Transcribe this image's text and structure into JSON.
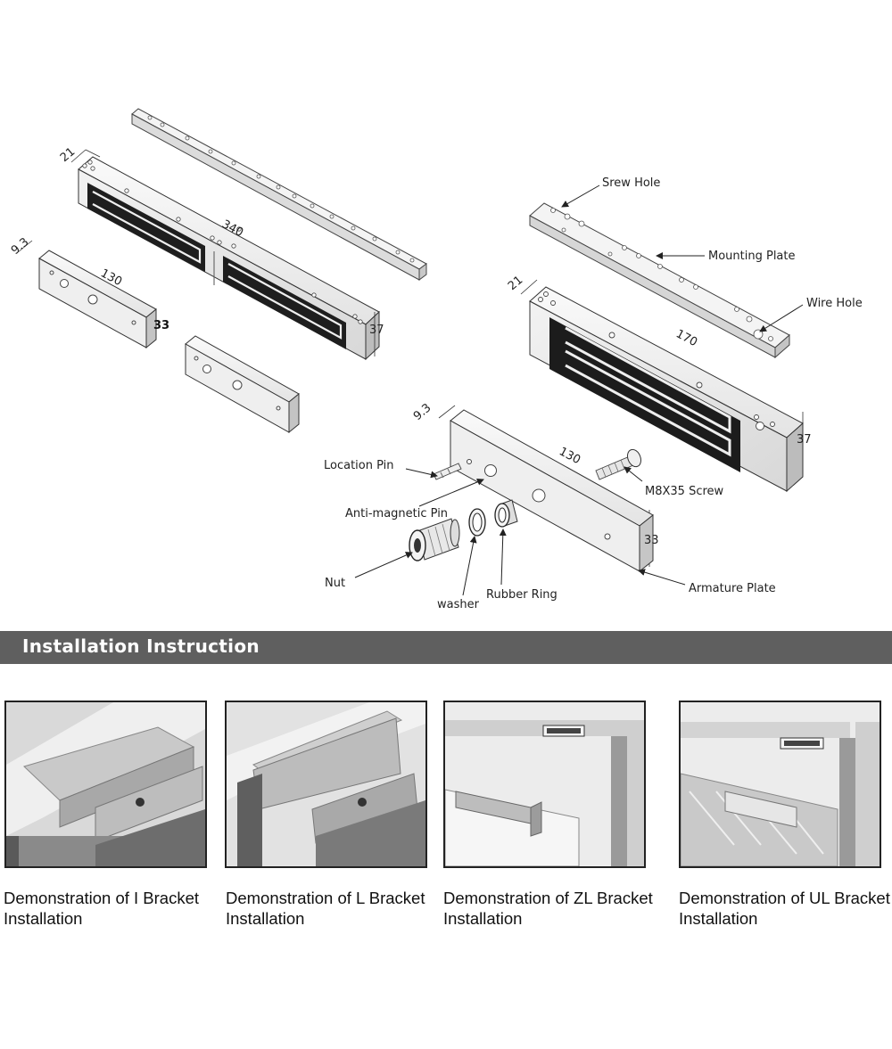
{
  "diagram": {
    "labels": {
      "screw_hole": "Srew Hole",
      "mounting_plate": "Mounting Plate",
      "wire_hole": "Wire Hole",
      "location_pin": "Location Pin",
      "m8_screw": "M8X35 Screw",
      "anti_magnetic_pin": "Anti-magnetic Pin",
      "nut": "Nut",
      "washer": "washer",
      "rubber_ring": "Rubber Ring",
      "armature_plate": "Armature Plate"
    },
    "dimensions": {
      "double_width": "21",
      "double_length": "340",
      "double_height": "37",
      "double_armature_thickness": "9.3",
      "double_armature_length": "130",
      "double_armature_height": "33",
      "single_width": "21",
      "single_length": "170",
      "single_height": "37",
      "single_armature_thickness": "9.3",
      "single_armature_length": "130",
      "single_armature_height": "33"
    }
  },
  "section_title": "Installation Instruction",
  "demos": [
    {
      "line1": "Demonstration of I Bracket",
      "line2": "Installation"
    },
    {
      "line1": "Demonstration of L Bracket",
      "line2": "Installation"
    },
    {
      "line1": "Demonstration of ZL Bracket",
      "line2": "Installation"
    },
    {
      "line1": "Demonstration of UL Bracket",
      "line2": "Installation"
    }
  ]
}
